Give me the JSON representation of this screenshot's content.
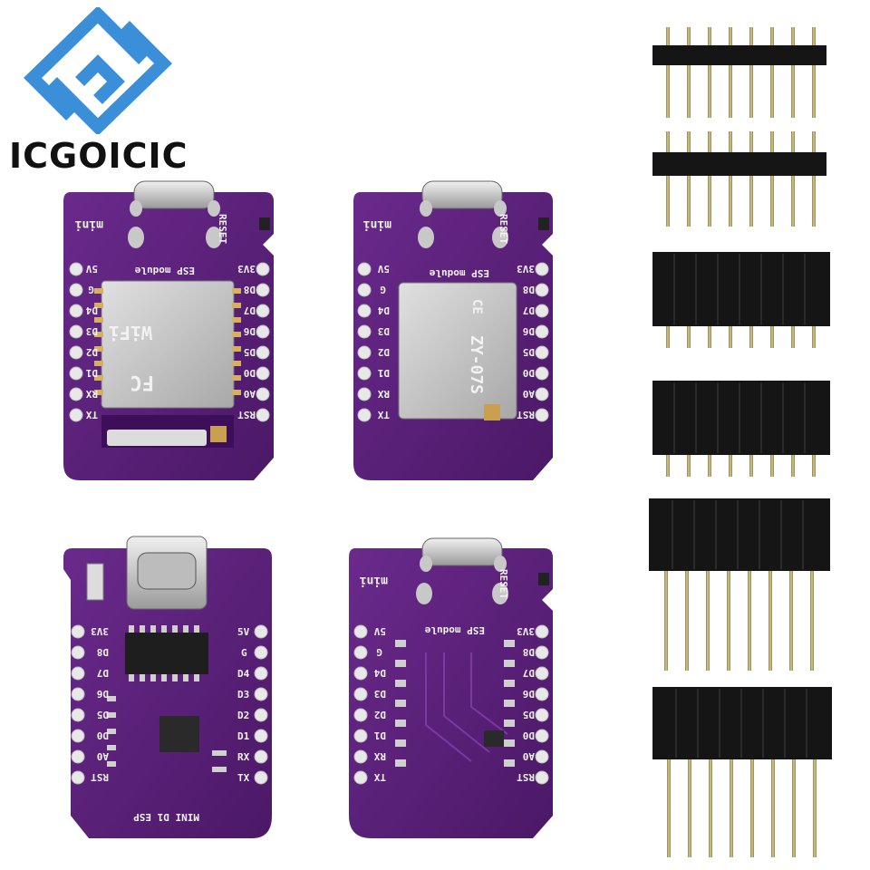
{
  "brand": {
    "name": "ICGOICIC",
    "icon": "diamond-arrows-logo-icon",
    "color": "#3a8fd8"
  },
  "boards": {
    "top_left": {
      "labels_left": [
        "5V",
        "G",
        "D4",
        "D3",
        "D2",
        "D1",
        "RX",
        "TX"
      ],
      "labels_right": [
        "3V3",
        "D8",
        "D7",
        "D6",
        "D5",
        "D0",
        "A0",
        "RST"
      ],
      "top_labels": [
        "mini",
        "RESET"
      ],
      "module_text": "ESP module",
      "chip_text": [
        "WiFi",
        "FC"
      ]
    },
    "top_center": {
      "labels_left": [
        "5V",
        "G",
        "D4",
        "D3",
        "D2",
        "D1",
        "RX",
        "TX"
      ],
      "labels_right": [
        "3V3",
        "D8",
        "D7",
        "D6",
        "D5",
        "D0",
        "A0",
        "RST"
      ],
      "top_labels": [
        "mini",
        "RESET"
      ],
      "module_text": "ESP module",
      "chip_text": [
        "ZY-07S",
        "CE"
      ]
    },
    "bottom_left": {
      "labels_left": [
        "3V3",
        "D8",
        "D7",
        "D6",
        "D5",
        "D0",
        "A0",
        "RST"
      ],
      "labels_right": [
        "5V",
        "G",
        "D4",
        "D3",
        "D2",
        "D1",
        "RX",
        "TX"
      ],
      "bottom_text": "MINI D1 ESP"
    },
    "bottom_center": {
      "labels_left": [
        "5V",
        "G",
        "D4",
        "D3",
        "D2",
        "D1",
        "RX",
        "TX"
      ],
      "labels_right": [
        "3V3",
        "D8",
        "D7",
        "D6",
        "D5",
        "D0",
        "A0",
        "RST"
      ],
      "top_labels": [
        "mini",
        "RESET"
      ],
      "module_text": "ESP module"
    }
  },
  "colors": {
    "pcb": "#5a1f7a",
    "pcb_dark": "#451560",
    "silk": "#f2f2f2",
    "pad": "#d8d8d8",
    "shield": "#c9c9c9",
    "header": "#151515",
    "pin": "#b8a76a"
  }
}
